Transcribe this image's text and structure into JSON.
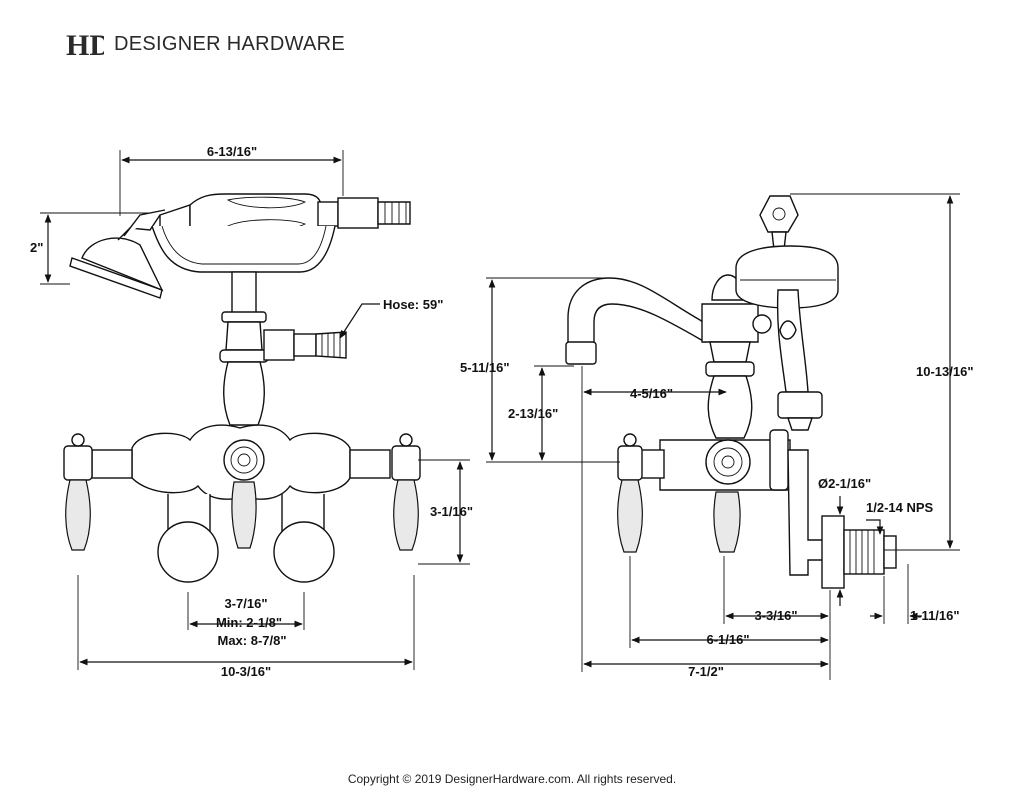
{
  "brand": {
    "logo_mark": "HD",
    "name": "DESIGNER HARDWARE"
  },
  "footer": {
    "copyright": "Copyright © 2019 DesignerHardware.com. All rights reserved."
  },
  "front_view": {
    "dim_width_top": "6-13/16\"",
    "dim_height_left": "2\"",
    "hose_label": "Hose: 59\"",
    "dim_handle_height": "3-1/16\"",
    "dim_center": "3-7/16\"",
    "dim_min": "Min: 2-1/8\"",
    "dim_max": "Max: 8-7/8\"",
    "dim_overall_width": "10-3/16\""
  },
  "side_view": {
    "dim_spout_total": "5-11/16\"",
    "dim_spout_lower": "2-13/16\"",
    "dim_spout_reach": "4-5/16\"",
    "dim_overall_height": "10-13/16\"",
    "dim_flange_dia": "Ø2-1/16\"",
    "dim_thread": "1/2-14 NPS",
    "dim_inlet_projection": "1-11/16\"",
    "dim_a": "3-3/16\"",
    "dim_b": "6-1/16\"",
    "dim_c": "7-1/2\""
  }
}
